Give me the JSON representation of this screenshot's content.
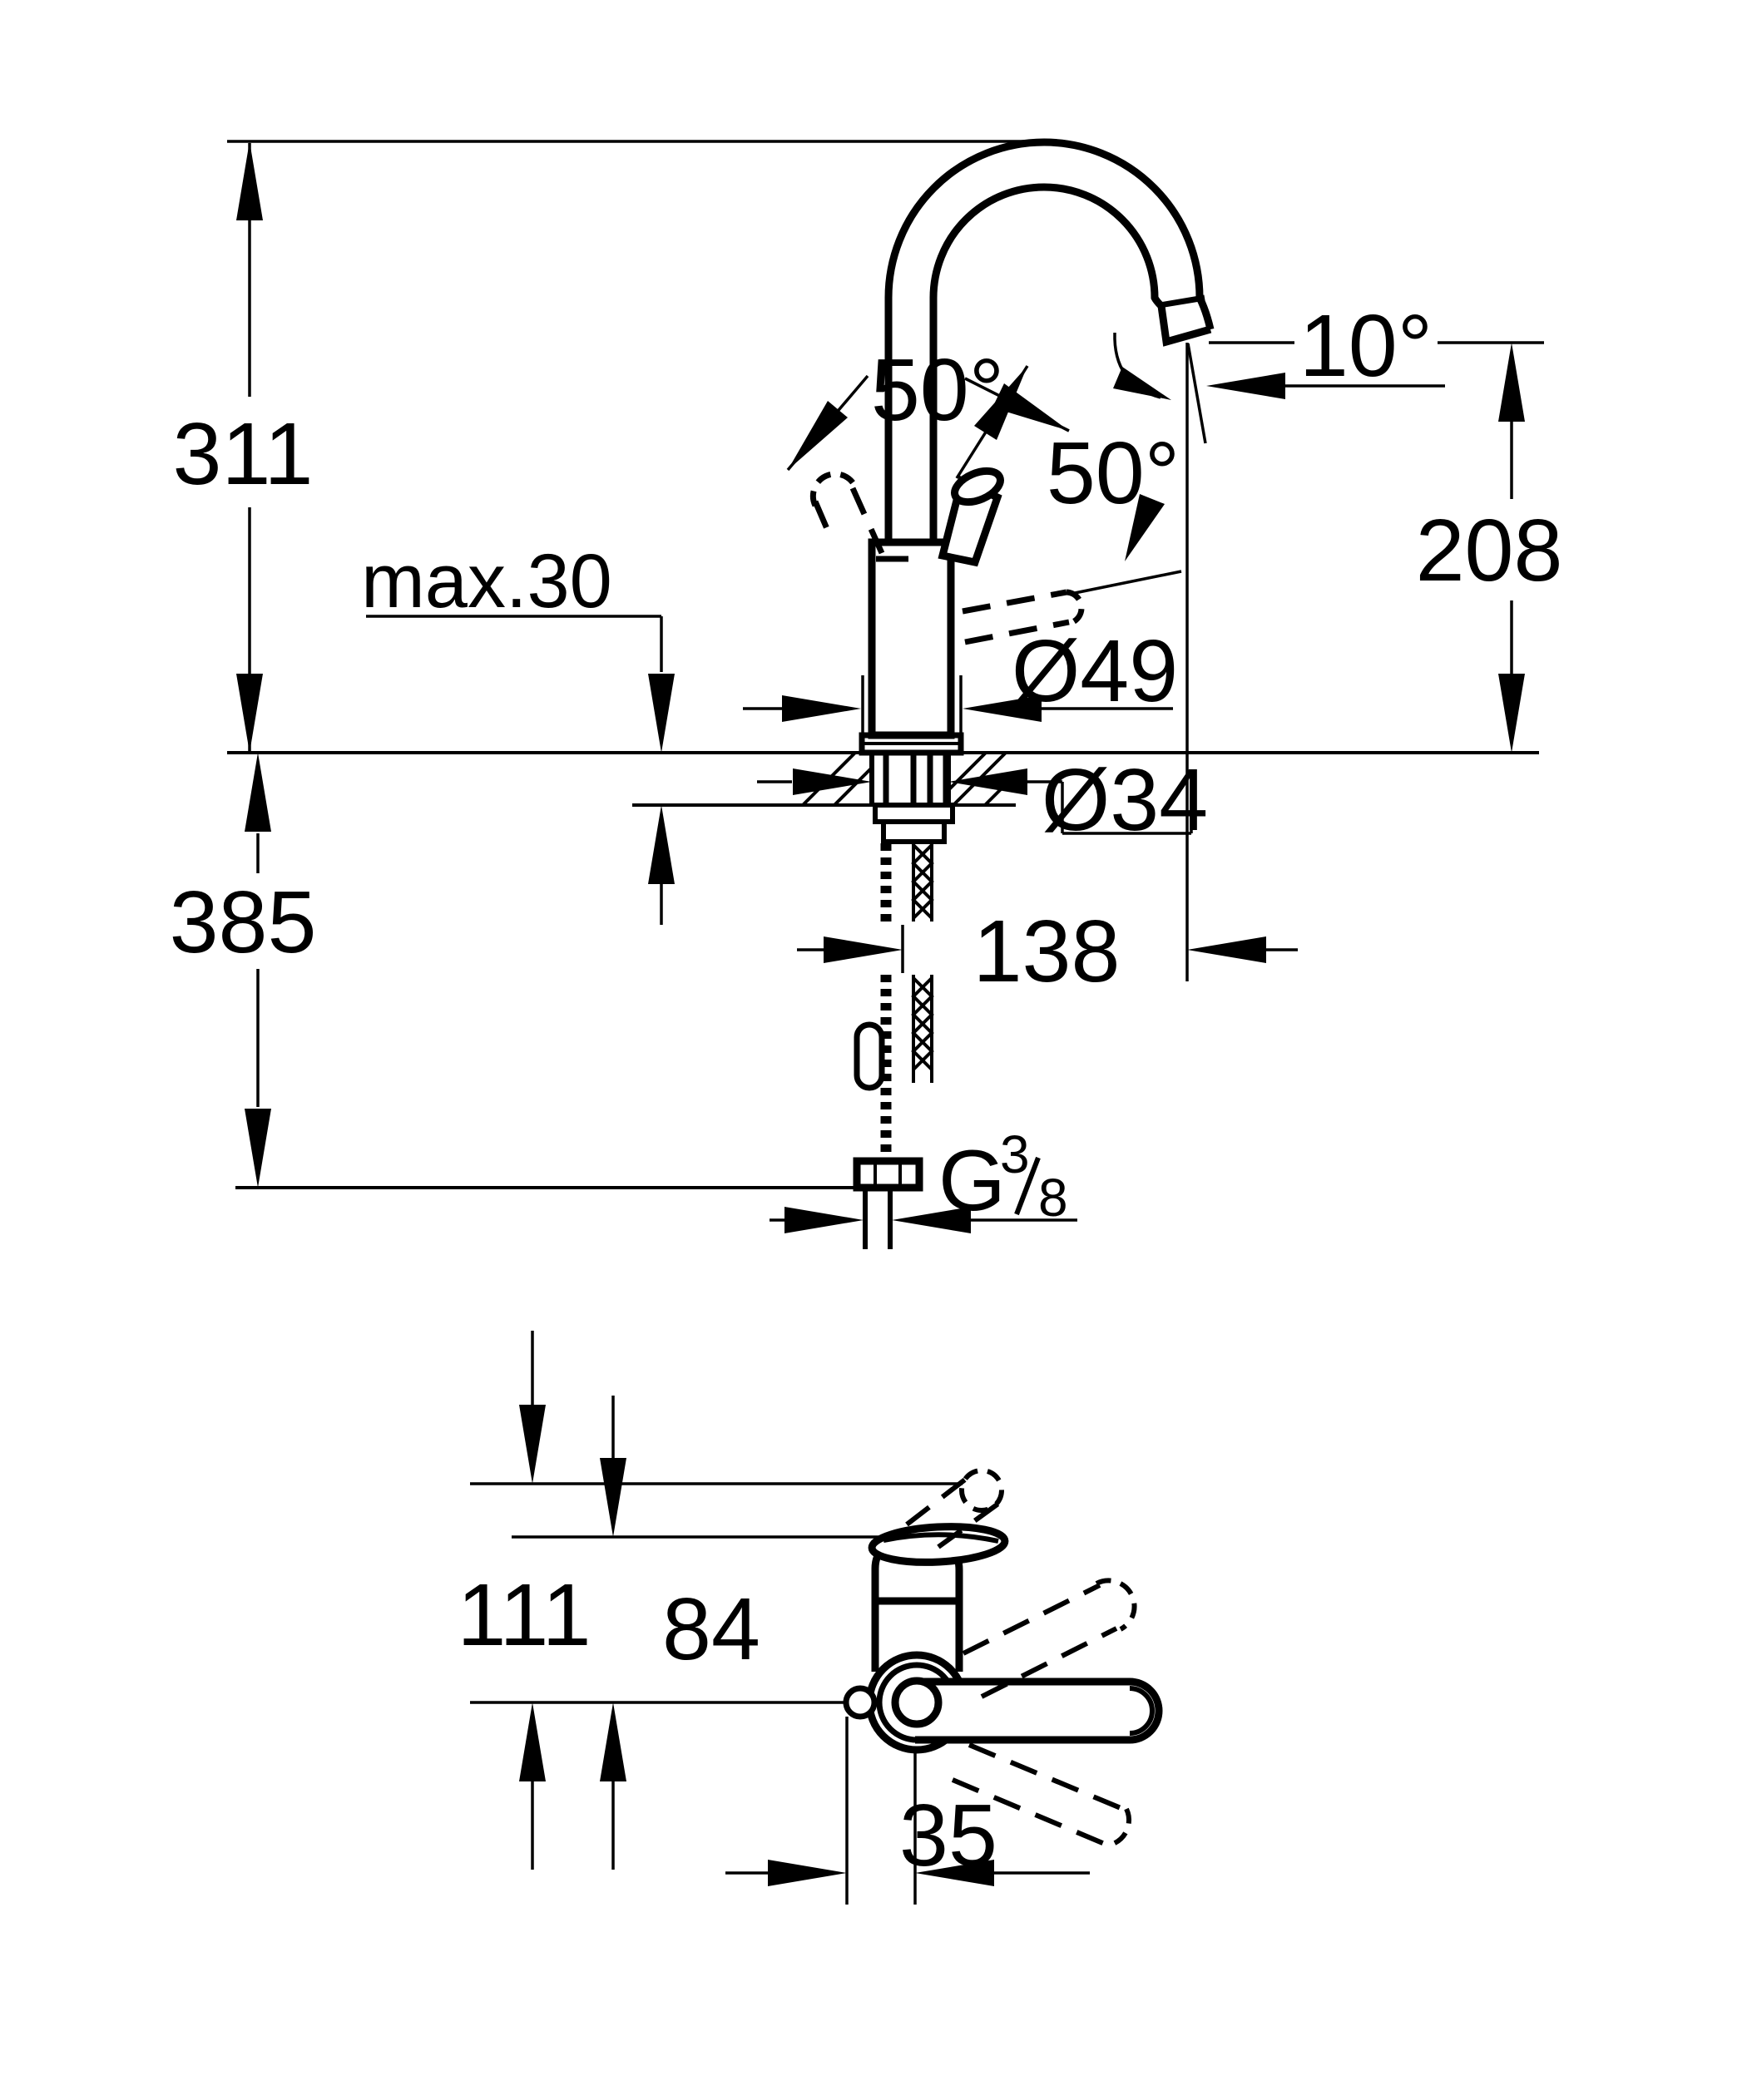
{
  "drawing": {
    "kind": "faucet technical dimension drawing",
    "colors": {
      "ink": "#000000",
      "paper": "#ffffff"
    },
    "front_view": {
      "height_overall": "311",
      "counter_thickness_max": "max.30",
      "below_counter_length": "385",
      "handle_swivel_left": "50°",
      "handle_swivel_right": "50°",
      "spout_tilt": "10°",
      "spout_outlet_height": "208",
      "body_diameter": "Ø49",
      "mounting_hole_diameter": "Ø34",
      "spout_reach": "138",
      "thread_letter": "G",
      "thread_numerator": "3",
      "thread_denominator": "8"
    },
    "top_view": {
      "handle_tip_height": "111",
      "body_height": "84",
      "lever_axis_offset": "35"
    }
  }
}
